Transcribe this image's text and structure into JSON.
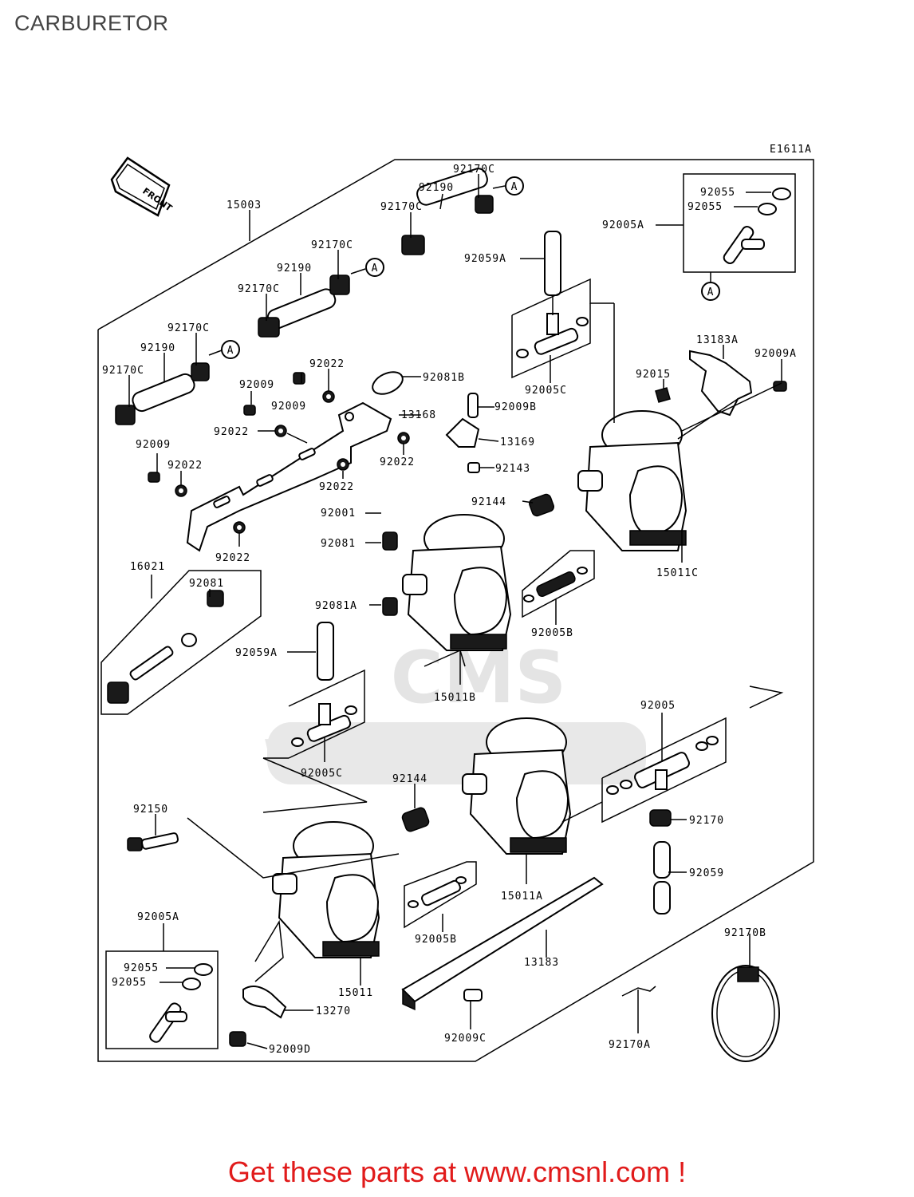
{
  "page": {
    "title": "CARBURETOR",
    "footer": "Get these parts at www.cmsnl.com !",
    "diagram_code": "E1611A",
    "front_label": "FRONT",
    "watermark": "WWW.CMSNL.COM",
    "watermark_logo": "CMS"
  },
  "colors": {
    "footer": "#e11b1b",
    "title": "#444444",
    "lines": "#000000",
    "watermark": "#d8d8d8"
  },
  "callout_marker": "A",
  "labels": {
    "l15003": "15003",
    "l92170c_1": "92170C",
    "l92190_1": "92190",
    "l92170c_2": "92170C",
    "l92170c_3": "92170C",
    "l92190_2": "92190",
    "l92170c_4": "92170C",
    "l92170c_5": "92170C",
    "l92190_3": "92190",
    "l92170c_6": "92170C",
    "l92055_1": "92055",
    "l92055_2": "92055",
    "l92005a_1": "92005A",
    "l92059a_1": "92059A",
    "l92005c_1": "92005C",
    "l13183a": "13183A",
    "l92009a": "92009A",
    "l92015": "92015",
    "l92022_1": "92022",
    "l92009_1": "92009",
    "l92009_2": "92009",
    "l92081b": "92081B",
    "l13168": "13168",
    "l92009b": "92009B",
    "l92022_2": "92022",
    "l13169": "13169",
    "l92009_3": "92009",
    "l92022_3": "92022",
    "l92022_4": "92022",
    "l92022_5": "92022",
    "l92143": "92143",
    "l92144_1": "92144",
    "l92001": "92001",
    "l92081_1": "92081",
    "l15011c": "15011C",
    "l16021": "16021",
    "l92081_2": "92081",
    "l92081a": "92081A",
    "l92005b_1": "92005B",
    "l92059a_2": "92059A",
    "l15011b": "15011B",
    "l92005_1": "92005",
    "l92005c_2": "92005C",
    "l92144_2": "92144",
    "l92150": "92150",
    "l92170": "92170",
    "l92059": "92059",
    "l92005a_2": "92005A",
    "l15011a": "15011A",
    "l92005b_2": "92005B",
    "l13183": "13183",
    "l92170b": "92170B",
    "l92055_3": "92055",
    "l92055_4": "92055",
    "l15011": "15011",
    "l13270": "13270",
    "l92009c": "92009C",
    "l92170a": "92170A",
    "l92009d": "92009D"
  }
}
